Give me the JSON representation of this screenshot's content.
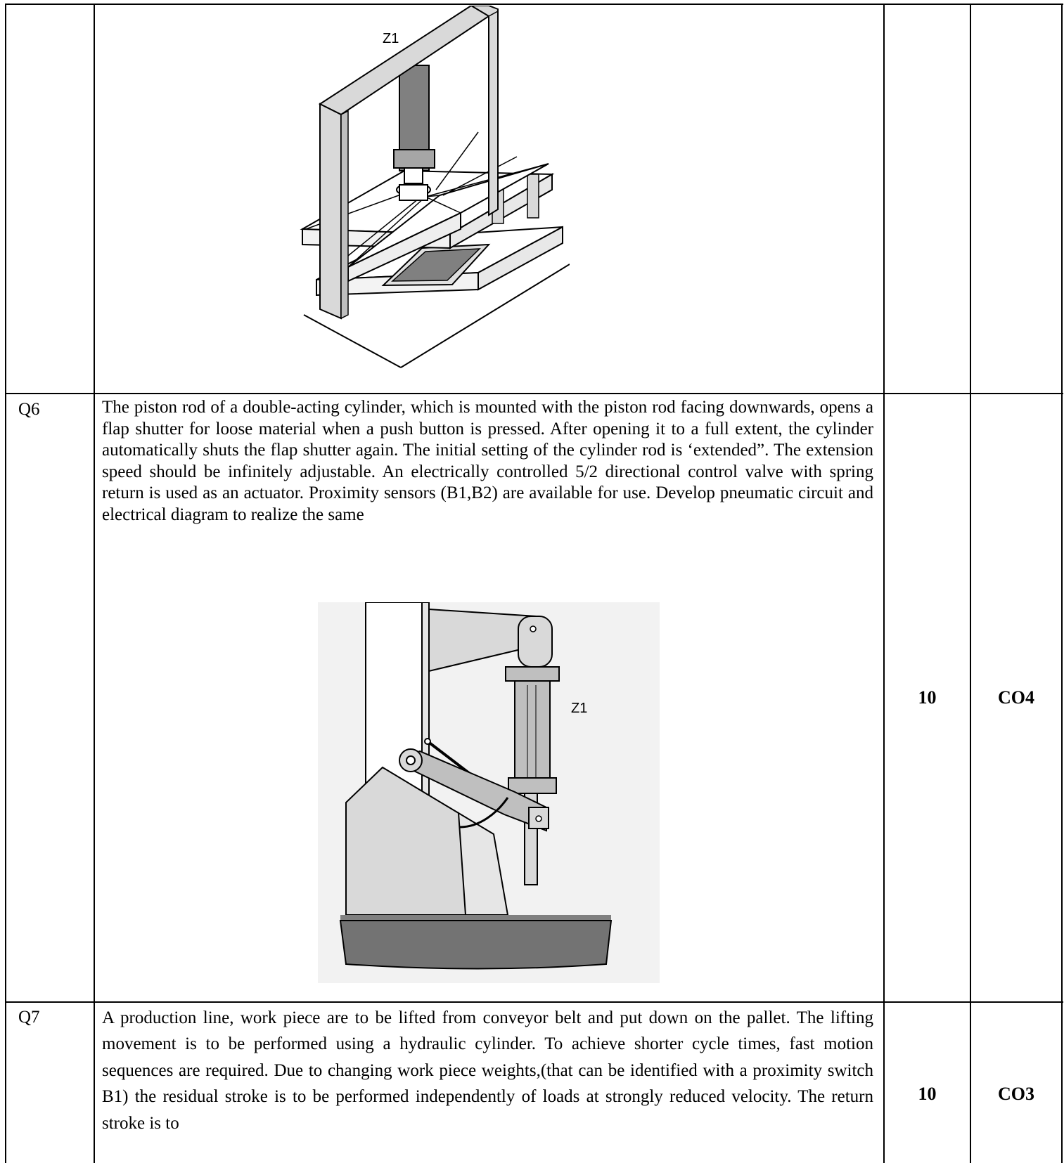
{
  "figure_top": {
    "label": "Z1"
  },
  "questions": [
    {
      "number": "Q6",
      "text": "The piston rod of a double-acting cylinder, which is mounted with the piston rod facing downwards, opens a flap shutter for loose material when a push button is pressed. After opening it to a full extent, the cylinder automatically shuts the flap shutter again. The initial setting of the cylinder rod is ‘extended”.  The extension speed should be infinitely adjustable.  An electrically controlled 5/2 directional control valve with spring return is used as an actuator. Proximity sensors (B1,B2) are available for use. Develop pneumatic circuit and electrical diagram to realize the same",
      "figure_label": "Z1",
      "marks": "10",
      "co": "CO4"
    },
    {
      "number": "Q7",
      "text": "A production line, work piece are to be lifted from conveyor belt and put down on the pallet. The lifting movement is to be performed using a hydraulic cylinder. To achieve shorter cycle times, fast motion sequences are required. Due to changing work piece weights,(that can be identified with a proximity switch B1)  the residual stroke is to be performed independently of loads at strongly reduced velocity. The return stroke is to",
      "marks": "10",
      "co": "CO3"
    }
  ]
}
